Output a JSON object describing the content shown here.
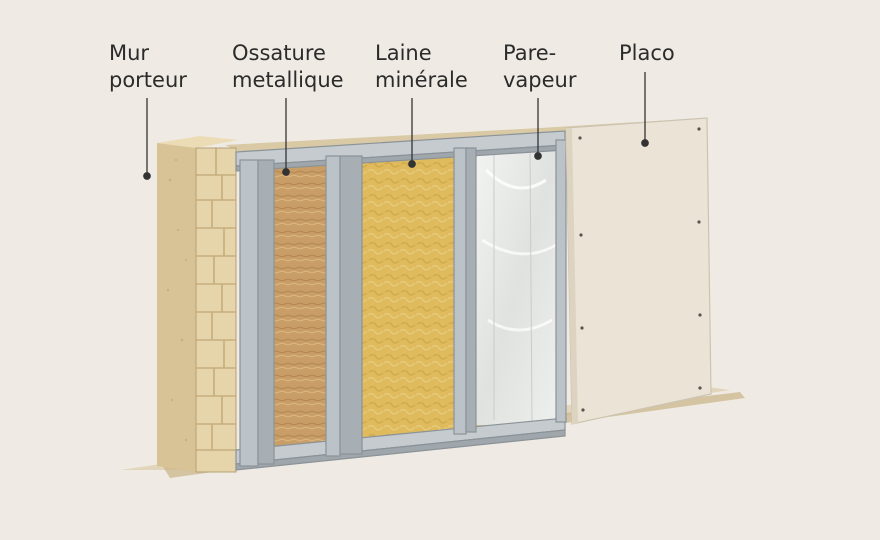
{
  "labels": {
    "mur_porteur": [
      "Mur",
      "porteur"
    ],
    "ossature": [
      "Ossature",
      "metallique"
    ],
    "laine": [
      "Laine",
      "minérale"
    ],
    "pare_vapeur": [
      "Pare-",
      "vapeur"
    ],
    "placo": [
      "Placo"
    ]
  },
  "colors": {
    "background": "#efebe4",
    "stone": "#e3d2a8",
    "steel": "#b8bfc4",
    "wool": "#dcb85a",
    "wood_wool": "#caa068",
    "vapor_film": "#e9ebe8",
    "plasterboard": "#ece4d6",
    "leader": "#333333"
  }
}
